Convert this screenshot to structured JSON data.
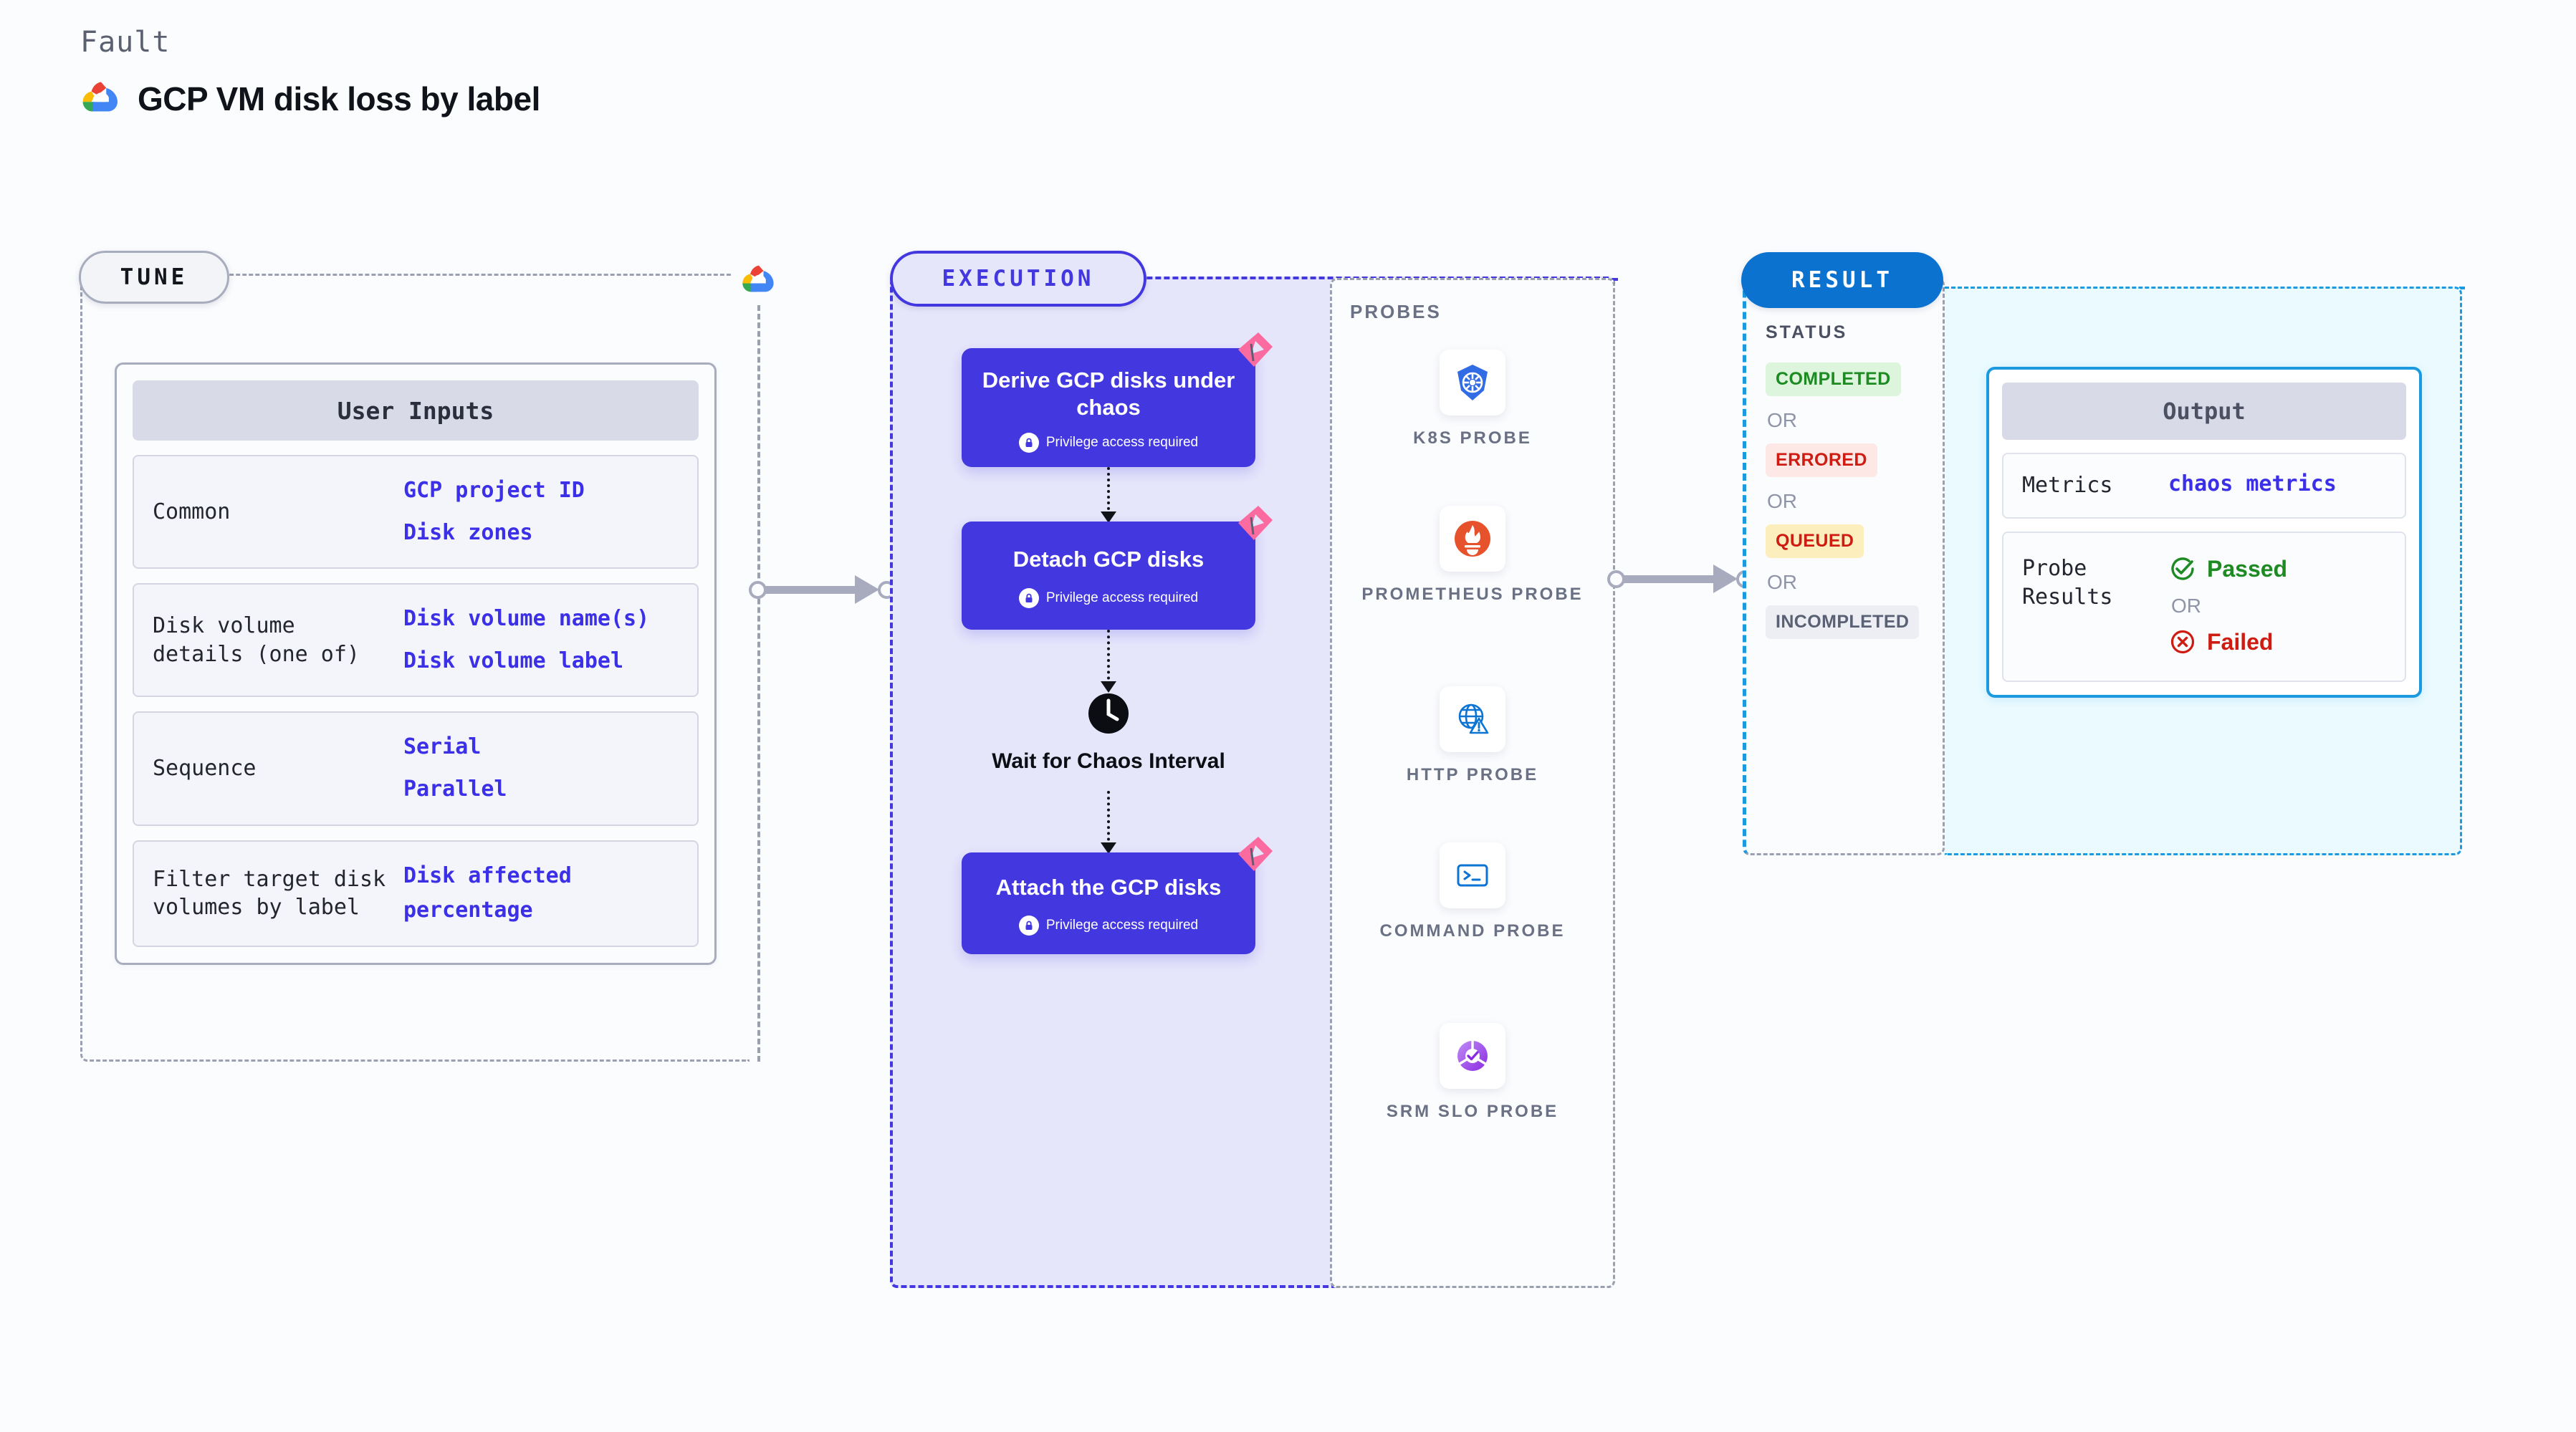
{
  "header": {
    "eyebrow": "Fault",
    "title": "GCP VM disk loss by label",
    "logo_icon": "google-cloud-icon"
  },
  "tune": {
    "pill_label": "TUNE",
    "card_title": "User Inputs",
    "rows": [
      {
        "key": "Common",
        "values": [
          "GCP project ID",
          "Disk zones"
        ]
      },
      {
        "key": "Disk volume details (one of)",
        "values": [
          "Disk volume name(s)",
          "Disk volume label"
        ]
      },
      {
        "key": "Sequence",
        "values": [
          "Serial",
          "Parallel"
        ]
      },
      {
        "key": "Filter target disk volumes by label",
        "values": [
          "Disk affected percentage"
        ]
      }
    ]
  },
  "execution": {
    "pill_label": "EXECUTION",
    "privilege_note": "Privilege access required",
    "nodes": [
      {
        "title": "Derive GCP disks under chaos",
        "privileged": true,
        "flagged": true
      },
      {
        "title": "Detach GCP disks",
        "privileged": true,
        "flagged": true
      },
      {
        "title": "Attach the GCP disks",
        "privileged": true,
        "flagged": true
      }
    ],
    "wait": {
      "label": "Wait for Chaos Interval",
      "icon": "clock-icon"
    }
  },
  "probes": {
    "label": "PROBES",
    "items": [
      {
        "name": "K8S PROBE",
        "icon": "kubernetes-icon"
      },
      {
        "name": "PROMETHEUS PROBE",
        "icon": "prometheus-icon"
      },
      {
        "name": "HTTP PROBE",
        "icon": "http-globe-warning-icon"
      },
      {
        "name": "COMMAND PROBE",
        "icon": "terminal-icon"
      },
      {
        "name": "SRM SLO PROBE",
        "icon": "srm-slo-icon"
      }
    ]
  },
  "result": {
    "pill_label": "RESULT",
    "status_label": "STATUS",
    "or_label": "OR",
    "statuses": [
      {
        "label": "COMPLETED",
        "bg": "#dcf5dc",
        "fg": "#1d8a22"
      },
      {
        "label": "ERRORED",
        "bg": "#fde8e6",
        "fg": "#cf1c12"
      },
      {
        "label": "QUEUED",
        "bg": "#fdeebd",
        "fg": "#cf1c12"
      },
      {
        "label": "INCOMPLETED",
        "bg": "#eceef4",
        "fg": "#5b6175"
      }
    ],
    "output": {
      "title": "Output",
      "metrics_key": "Metrics",
      "metrics_value": "chaos metrics",
      "probe_results_key": "Probe Results",
      "passed_label": "Passed",
      "failed_label": "Failed",
      "or_label": "OR",
      "passed_icon": "check-circle-icon",
      "failed_icon": "x-circle-icon"
    }
  },
  "colors": {
    "accent_blue": "#4338e0",
    "result_blue": "#0b72cf",
    "cyan": "#1b9ae0",
    "flag_pink": "#fb6ba0",
    "green": "#1d8a22",
    "red": "#cf1c12"
  }
}
